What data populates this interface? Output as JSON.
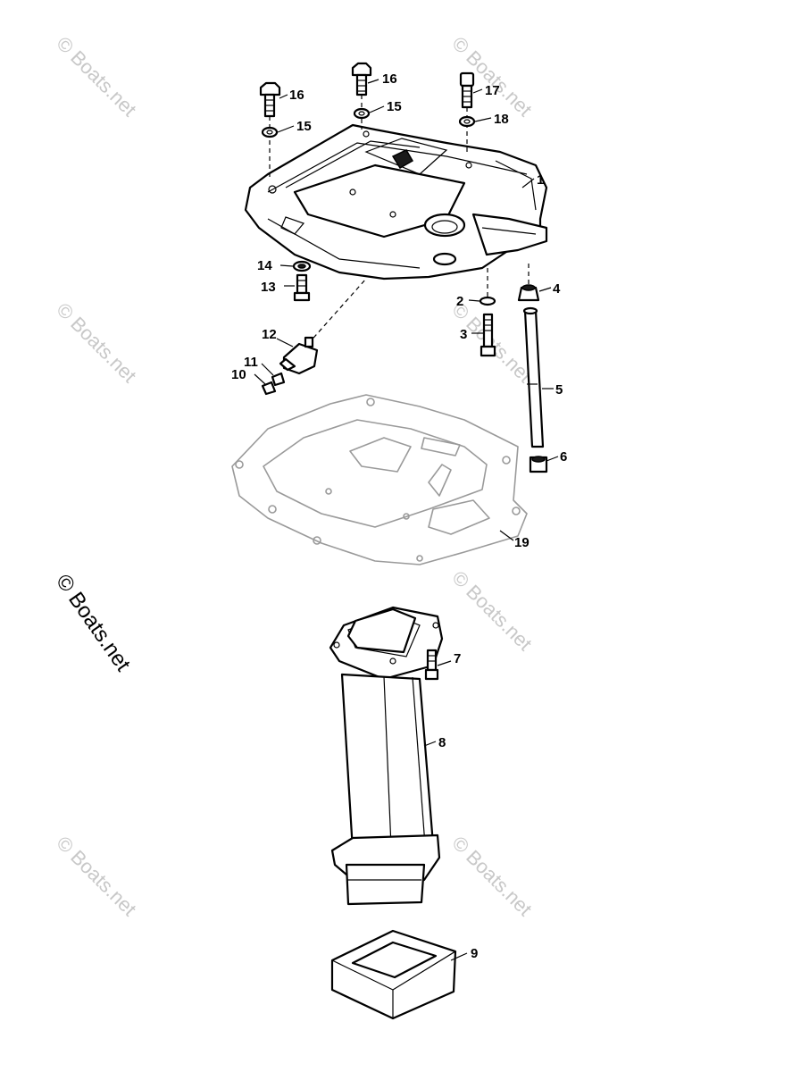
{
  "watermarks": {
    "text": "© Boats.net",
    "big_text": "© Boats.net"
  },
  "callouts": [
    {
      "id": "1",
      "label": "1"
    },
    {
      "id": "2",
      "label": "2"
    },
    {
      "id": "3",
      "label": "3"
    },
    {
      "id": "4",
      "label": "4"
    },
    {
      "id": "5",
      "label": "5"
    },
    {
      "id": "6",
      "label": "6"
    },
    {
      "id": "7",
      "label": "7"
    },
    {
      "id": "8",
      "label": "8"
    },
    {
      "id": "9",
      "label": "9"
    },
    {
      "id": "10",
      "label": "10"
    },
    {
      "id": "11",
      "label": "11"
    },
    {
      "id": "12",
      "label": "12"
    },
    {
      "id": "13",
      "label": "13"
    },
    {
      "id": "14",
      "label": "14"
    },
    {
      "id": "15a",
      "label": "15"
    },
    {
      "id": "15b",
      "label": "15"
    },
    {
      "id": "16a",
      "label": "16"
    },
    {
      "id": "16b",
      "label": "16"
    },
    {
      "id": "17",
      "label": "17"
    },
    {
      "id": "18",
      "label": "18"
    },
    {
      "id": "19",
      "label": "19"
    }
  ]
}
